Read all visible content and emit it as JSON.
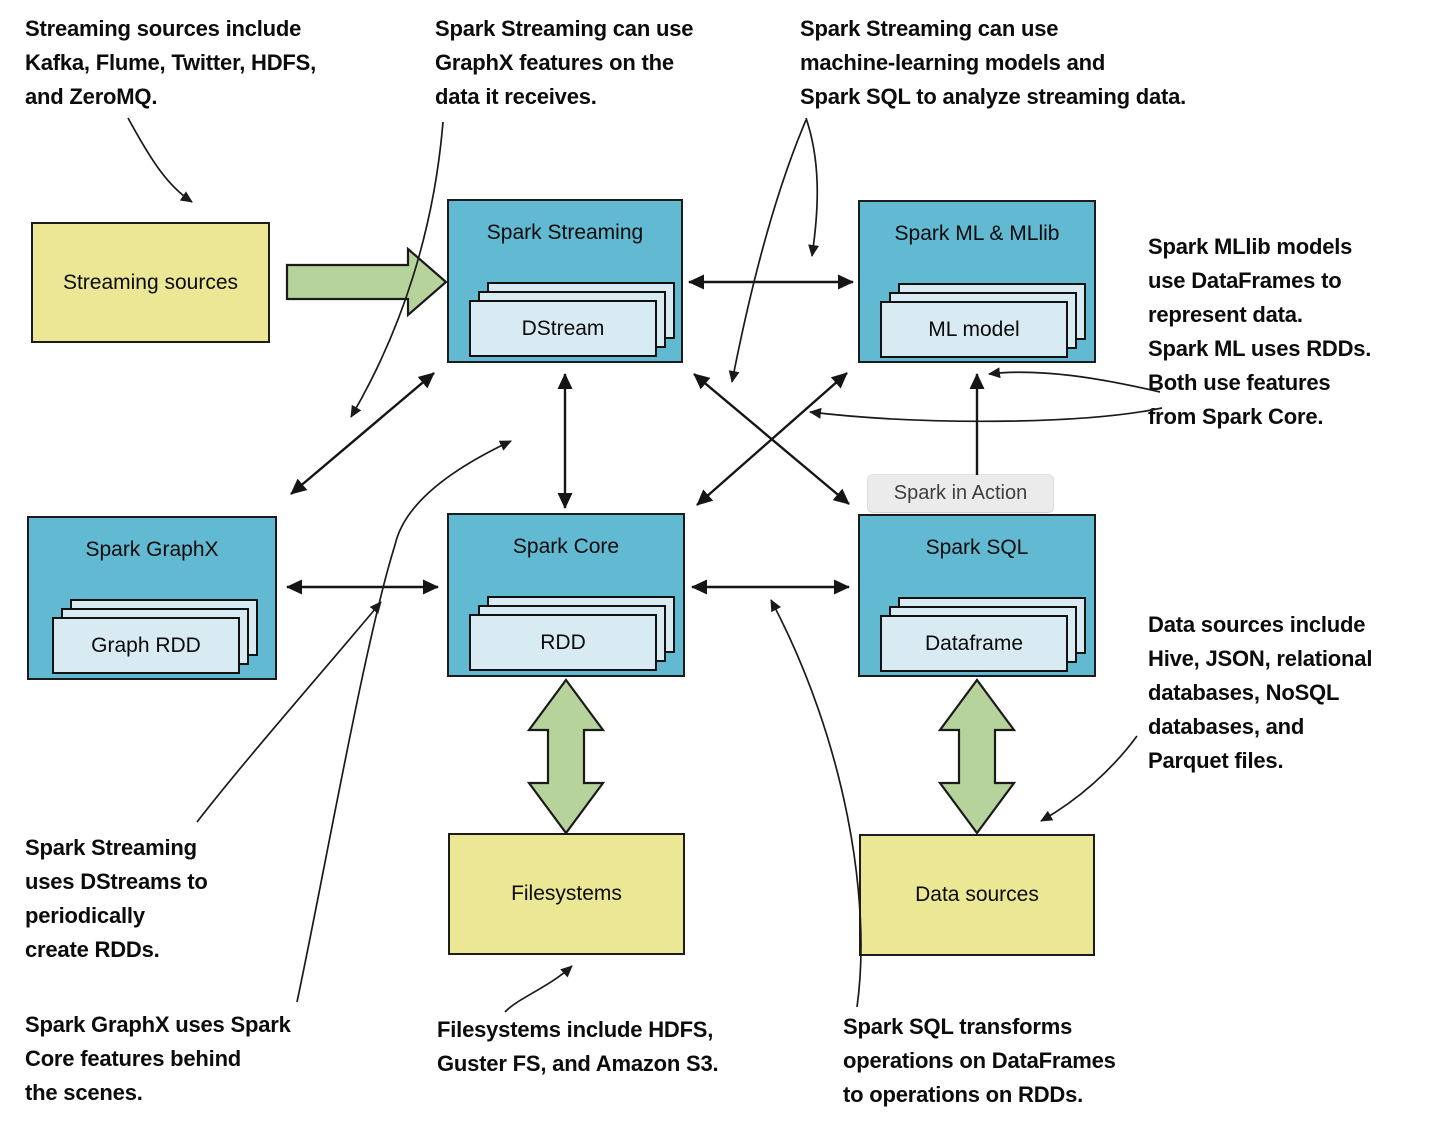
{
  "diagram": {
    "tooltip": "Spark in Action",
    "components": {
      "streaming": {
        "title": "Spark Streaming",
        "card": "DStream"
      },
      "ml": {
        "title": "Spark ML & MLlib",
        "card": "ML model"
      },
      "graphx": {
        "title": "Spark GraphX",
        "card": "Graph RDD"
      },
      "core": {
        "title": "Spark Core",
        "card": "RDD"
      },
      "sql": {
        "title": "Spark SQL",
        "card": "Dataframe"
      }
    },
    "externals": {
      "streaming_sources": "Streaming sources",
      "filesystems": "Filesystems",
      "data_sources": "Data sources"
    },
    "annotations": {
      "streaming_sources_note": "Streaming sources include\nKafka, Flume, Twitter, HDFS,\nand ZeroMQ.",
      "graphx_use_note": "Spark Streaming can use\nGraphX features on the\ndata it receives.",
      "ml_sql_use_note": "Spark Streaming can use\nmachine-learning models and\nSpark SQL to analyze streaming data.",
      "mllib_note": "Spark MLlib models\nuse DataFrames to\nrepresent data.\nSpark ML uses RDDs.\nBoth use features\nfrom Spark Core.",
      "data_sources_note": "Data sources include\nHive, JSON, relational\ndatabases, NoSQL\ndatabases, and\nParquet files.",
      "dstreams_note": "Spark Streaming\nuses DStreams to\nperiodically\ncreate RDDs.",
      "graphx_core_note": "Spark GraphX uses Spark\nCore features behind\nthe scenes.",
      "filesystems_note": "Filesystems include HDFS,\nGuster FS, and Amazon S3.",
      "sql_transforms_note": "Spark SQL transforms\noperations on DataFrames\nto operations on RDDs."
    },
    "edges": [
      {
        "from": "Streaming sources",
        "to": "Spark Streaming",
        "type": "green-flow"
      },
      {
        "from": "Spark GraphX",
        "to": "Spark Streaming",
        "type": "bidirectional"
      },
      {
        "from": "Spark Streaming",
        "to": "Spark Core",
        "type": "bidirectional"
      },
      {
        "from": "Spark Streaming",
        "to": "Spark ML & MLlib",
        "type": "bidirectional"
      },
      {
        "from": "Spark Streaming",
        "to": "Spark SQL",
        "type": "bidirectional"
      },
      {
        "from": "Spark ML & MLlib",
        "to": "Spark Core",
        "type": "bidirectional"
      },
      {
        "from": "Spark SQL",
        "to": "Spark ML & MLlib",
        "type": "directed-up"
      },
      {
        "from": "Spark GraphX",
        "to": "Spark Core",
        "type": "bidirectional"
      },
      {
        "from": "Spark Core",
        "to": "Spark SQL",
        "type": "bidirectional"
      },
      {
        "from": "Spark Core",
        "to": "Filesystems",
        "type": "green-bidirectional"
      },
      {
        "from": "Spark SQL",
        "to": "Data sources",
        "type": "green-bidirectional"
      }
    ],
    "colors": {
      "box_blue": "#62b9d2",
      "card_blue": "#d8eaf2",
      "box_yellow": "#ece795",
      "green_arrow": "#b5d39b",
      "tooltip_bg": "#ebebeb",
      "line": "#1a1a1a"
    }
  }
}
